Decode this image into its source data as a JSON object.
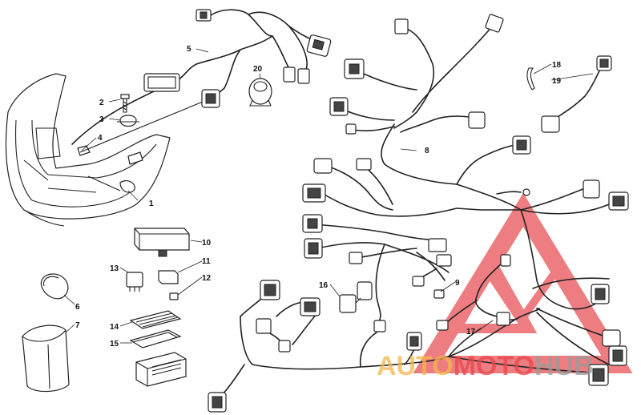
{
  "callouts": {
    "c1": "1",
    "c2": "2",
    "c3": "3",
    "c4": "4",
    "c5": "5",
    "c6": "6",
    "c7": "7",
    "c8": "8",
    "c9": "9",
    "c10": "10",
    "c11": "11",
    "c12": "12",
    "c13": "13",
    "c14": "14",
    "c15": "15",
    "c16": "16",
    "c17": "17",
    "c18": "18",
    "c19": "19",
    "c20": "20"
  },
  "watermark": {
    "part1": "AUTO",
    "part2": "MOTO",
    "part3": "HUB",
    "color_primary": "#f2b84b",
    "color_secondary": "#e8474c",
    "color_tertiary": "#9a9a9a"
  }
}
